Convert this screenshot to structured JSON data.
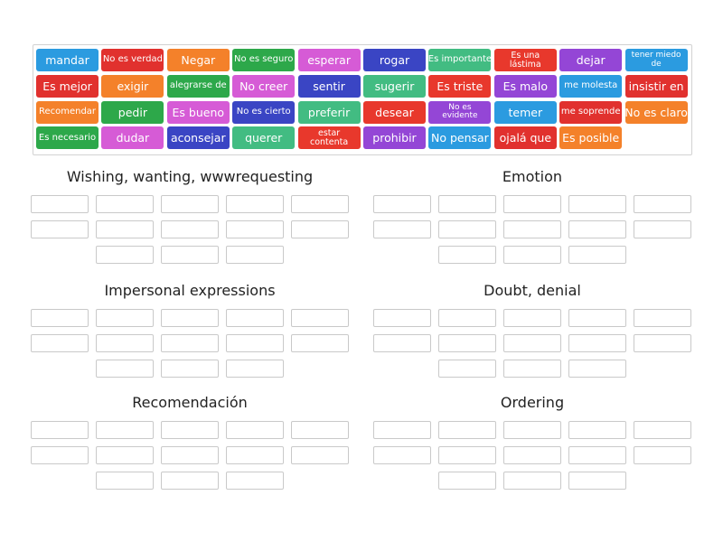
{
  "tiles": [
    {
      "label": "mandar",
      "color": "#2b9be0"
    },
    {
      "label": "No es verdad",
      "color": "#e1312e"
    },
    {
      "label": "Negar",
      "color": "#f4812a"
    },
    {
      "label": "No es seguro",
      "color": "#2da84a"
    },
    {
      "label": "esperar",
      "color": "#d65bd6"
    },
    {
      "label": "rogar",
      "color": "#3a45c4"
    },
    {
      "label": "Es importante",
      "color": "#42bc82"
    },
    {
      "label": "Es una lástima",
      "color": "#e8382c"
    },
    {
      "label": "dejar",
      "color": "#9446d6"
    },
    {
      "label": "tener miedo de",
      "color": "#2b9be0"
    },
    {
      "label": "Es mejor",
      "color": "#e1312e"
    },
    {
      "label": "exigir",
      "color": "#f4812a"
    },
    {
      "label": "alegrarse de",
      "color": "#2da84a"
    },
    {
      "label": "No creer",
      "color": "#d65bd6"
    },
    {
      "label": "sentir",
      "color": "#3a45c4"
    },
    {
      "label": "sugerir",
      "color": "#42bc82"
    },
    {
      "label": "Es triste",
      "color": "#e8382c"
    },
    {
      "label": "Es malo",
      "color": "#9446d6"
    },
    {
      "label": "me molesta",
      "color": "#2b9be0"
    },
    {
      "label": "insistir en",
      "color": "#e1312e"
    },
    {
      "label": "Recomendar",
      "color": "#f4812a"
    },
    {
      "label": "pedir",
      "color": "#2da84a"
    },
    {
      "label": "Es bueno",
      "color": "#d65bd6"
    },
    {
      "label": "No es cierto",
      "color": "#3a45c4"
    },
    {
      "label": "preferir",
      "color": "#42bc82"
    },
    {
      "label": "desear",
      "color": "#e8382c"
    },
    {
      "label": "No es evidente",
      "color": "#9446d6"
    },
    {
      "label": "temer",
      "color": "#2b9be0"
    },
    {
      "label": "me soprende",
      "color": "#e1312e"
    },
    {
      "label": "No es claro",
      "color": "#f4812a"
    },
    {
      "label": "Es necesario",
      "color": "#2da84a"
    },
    {
      "label": "dudar",
      "color": "#d65bd6"
    },
    {
      "label": "aconsejar",
      "color": "#3a45c4"
    },
    {
      "label": "querer",
      "color": "#42bc82"
    },
    {
      "label": "estar contenta",
      "color": "#e8382c"
    },
    {
      "label": "prohibir",
      "color": "#9446d6"
    },
    {
      "label": "No pensar",
      "color": "#2b9be0"
    },
    {
      "label": "ojalá que",
      "color": "#e1312e"
    },
    {
      "label": "Es posible",
      "color": "#f4812a"
    }
  ],
  "groups": [
    {
      "title": "Wishing, wanting, wwwrequesting"
    },
    {
      "title": "Emotion"
    },
    {
      "title": "Impersonal expressions"
    },
    {
      "title": "Doubt, denial"
    },
    {
      "title": "Recomendación"
    },
    {
      "title": "Ordering"
    }
  ],
  "colors": {
    "slot_border": "#c9c9c9",
    "bank_border": "#d2d2d2",
    "title_text": "#222222"
  }
}
